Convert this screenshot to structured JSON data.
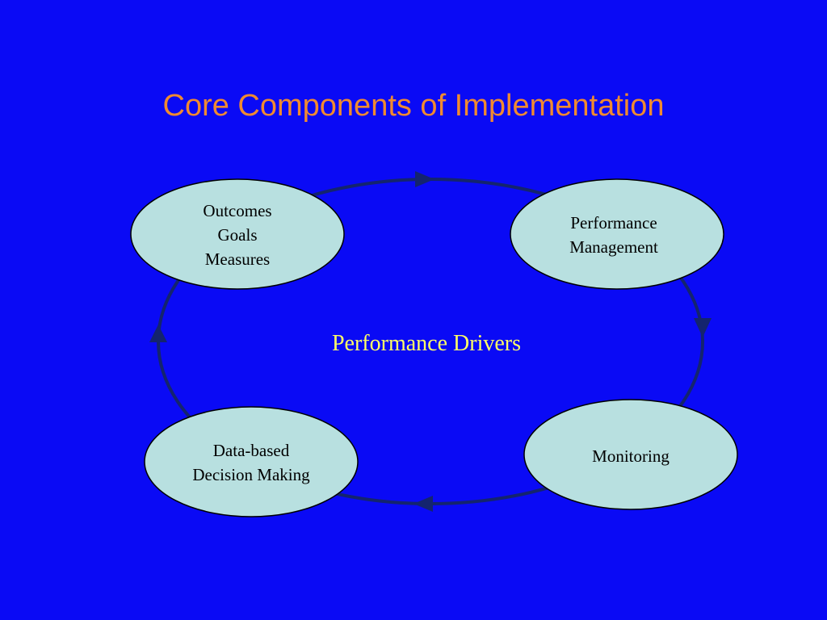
{
  "title": "Core Components of Implementation",
  "center_label": "Performance Drivers",
  "nodes": {
    "outcomes": [
      "Outcomes",
      "Goals",
      "Measures"
    ],
    "performance_management": [
      "Performance",
      "Management"
    ],
    "monitoring": [
      "Monitoring"
    ],
    "decision_making": [
      "Data-based",
      "Decision Making"
    ]
  },
  "colors": {
    "background": "#0a0af5",
    "title": "#f08a30",
    "center_label": "#ffff66",
    "node_fill": "#b8e0e0",
    "cycle_line": "#14246e"
  }
}
